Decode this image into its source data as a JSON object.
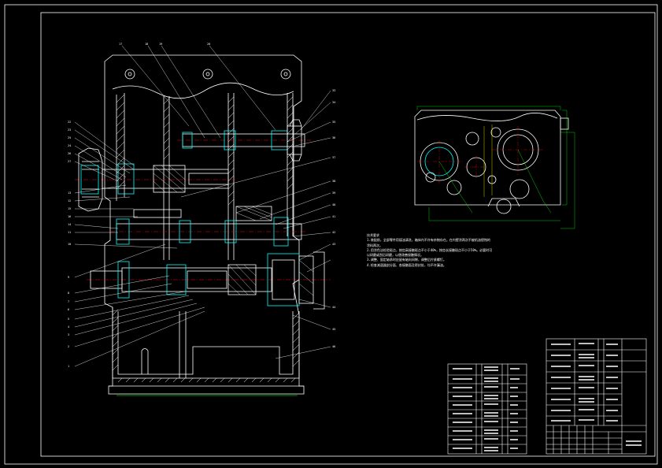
{
  "drawing": {
    "colors": {
      "background": "#000000",
      "outline": "#ffffff",
      "section": "#00ffff",
      "hatch": "#ffffff",
      "centerline": "#ff0000",
      "dimension": "#00ff00",
      "leader": "#ffffff",
      "accent": "#ffff00"
    },
    "balloons_top": [
      "17",
      "18",
      "19",
      "20"
    ],
    "balloons_left": [
      "22",
      "23",
      "25",
      "24",
      "26",
      "27",
      "13",
      "12",
      "15",
      "16",
      "14",
      "11",
      "10",
      "9",
      "8",
      "7",
      "6",
      "5",
      "4",
      "3",
      "2",
      "1"
    ],
    "balloons_right": [
      "33",
      "34",
      "35",
      "36",
      "37",
      "38",
      "39",
      "40",
      "41",
      "42",
      "43",
      "44",
      "45",
      "46"
    ],
    "technical_notes": [
      "技术要求",
      "1.装配前，全部零件用煤油清洗，箱体内不许有杂物存在。在内壁涂两次不被机油侵蚀的",
      "涂料两次。",
      "2.用涂色法检验斑点，按齿高接触斑点不小于40%，按齿长接触斑点不小于50%。必要时可",
      "以研磨或刮后研磨，以便改善接触情况。",
      "3.调整、固定轴承时应留有轴向间隙，调整后拧紧螺钉。",
      "4.检查减速器剖分面、各接触面及密封处，均不许漏油。"
    ]
  }
}
